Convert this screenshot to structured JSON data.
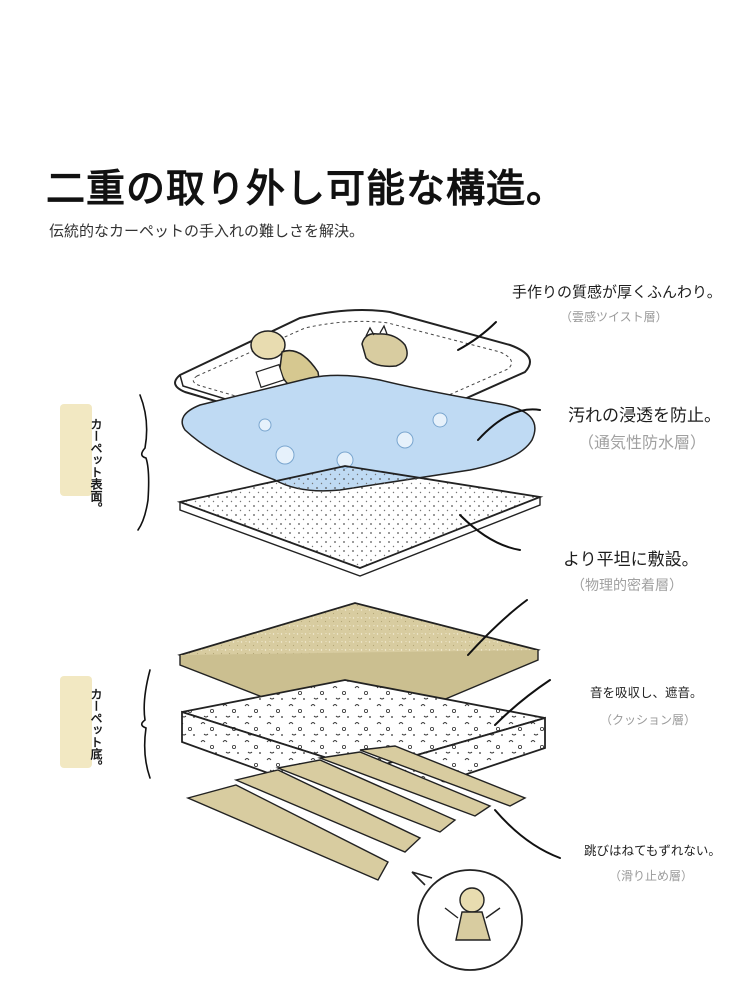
{
  "header": {
    "title": "二重の取り外し可能な構造。",
    "subtitle": "伝統的なカーペットの手入れの難しさを解決。"
  },
  "side_tags": {
    "top": "カーペット表面。",
    "bottom": "カーペット底。"
  },
  "layers": [
    {
      "title": "手作りの質感が厚くふんわり。",
      "sub": "（雲感ツイスト層）"
    },
    {
      "title": "汚れの浸透を防止。",
      "sub": "（通気性防水層）"
    },
    {
      "title": "より平坦に敷設。",
      "sub": "（物理的密着層）"
    },
    {
      "title": "音を吸収し、遮音。",
      "sub": "（クッション層）"
    },
    {
      "title": "跳びはねてもずれない。",
      "sub": "（滑り止め層）"
    }
  ],
  "colors": {
    "tan": "#d8cca0",
    "blue": "#bfdaf3",
    "tag": "#f2e8c2",
    "ink": "#222222"
  }
}
